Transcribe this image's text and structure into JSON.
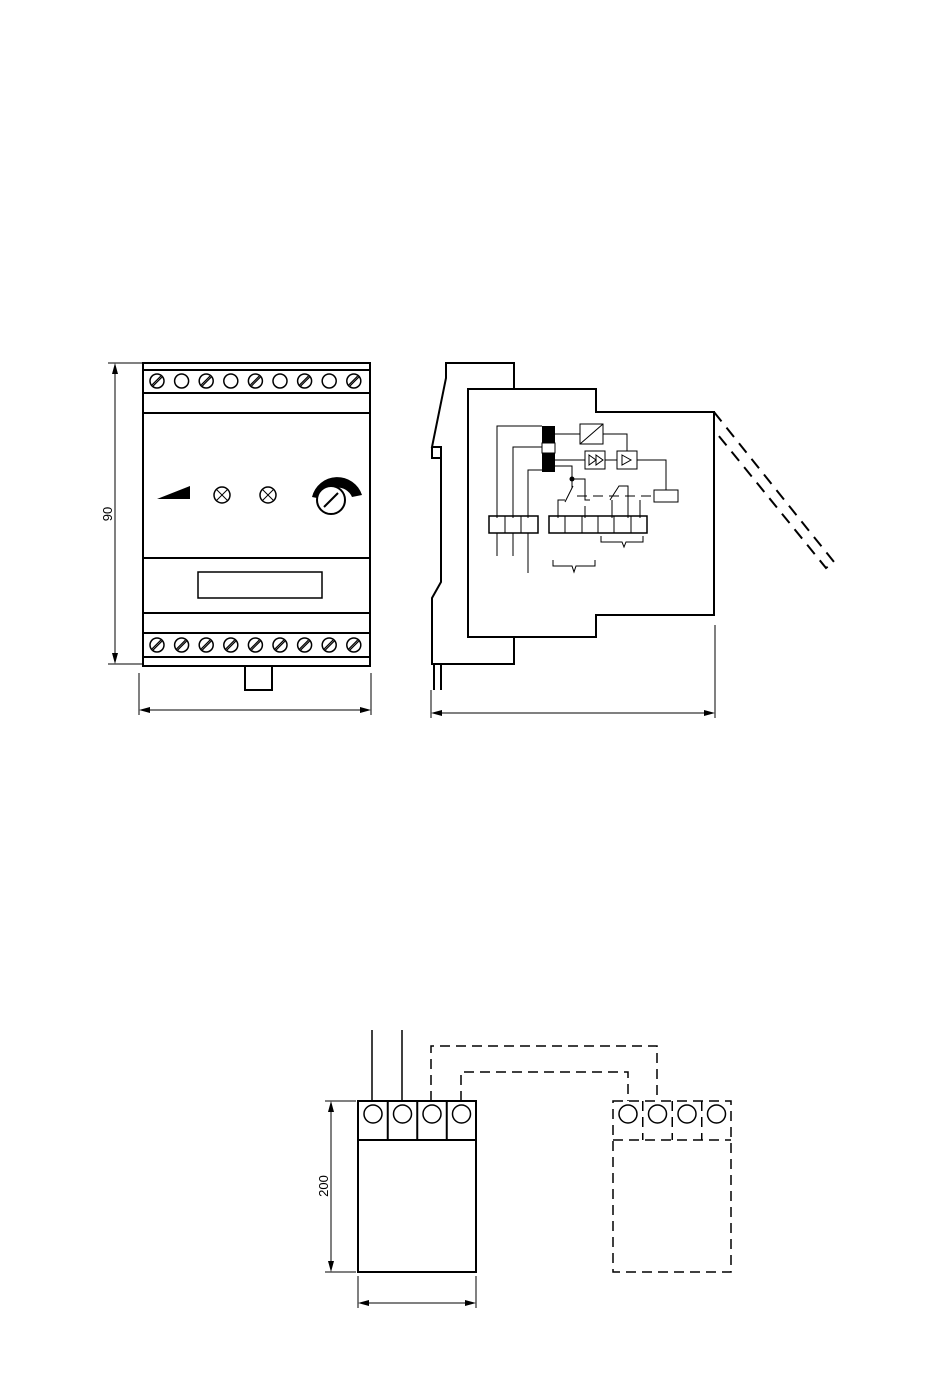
{
  "front_view": {
    "height_label": "90",
    "top_terminals": [
      "slash",
      "circle",
      "slash",
      "circle",
      "slash",
      "circle",
      "slash",
      "circle",
      "slash"
    ],
    "bottom_terminals": [
      "slash",
      "slash",
      "slash",
      "slash",
      "slash",
      "slash",
      "slash",
      "slash",
      "slash"
    ],
    "indicator_count": 2
  },
  "side_view": {
    "terminal_groups": [
      3,
      6
    ]
  },
  "sensor_box": {
    "height_label": "200",
    "terminal_count": 4
  },
  "colors": {
    "line": "#000000",
    "background": "#ffffff"
  }
}
